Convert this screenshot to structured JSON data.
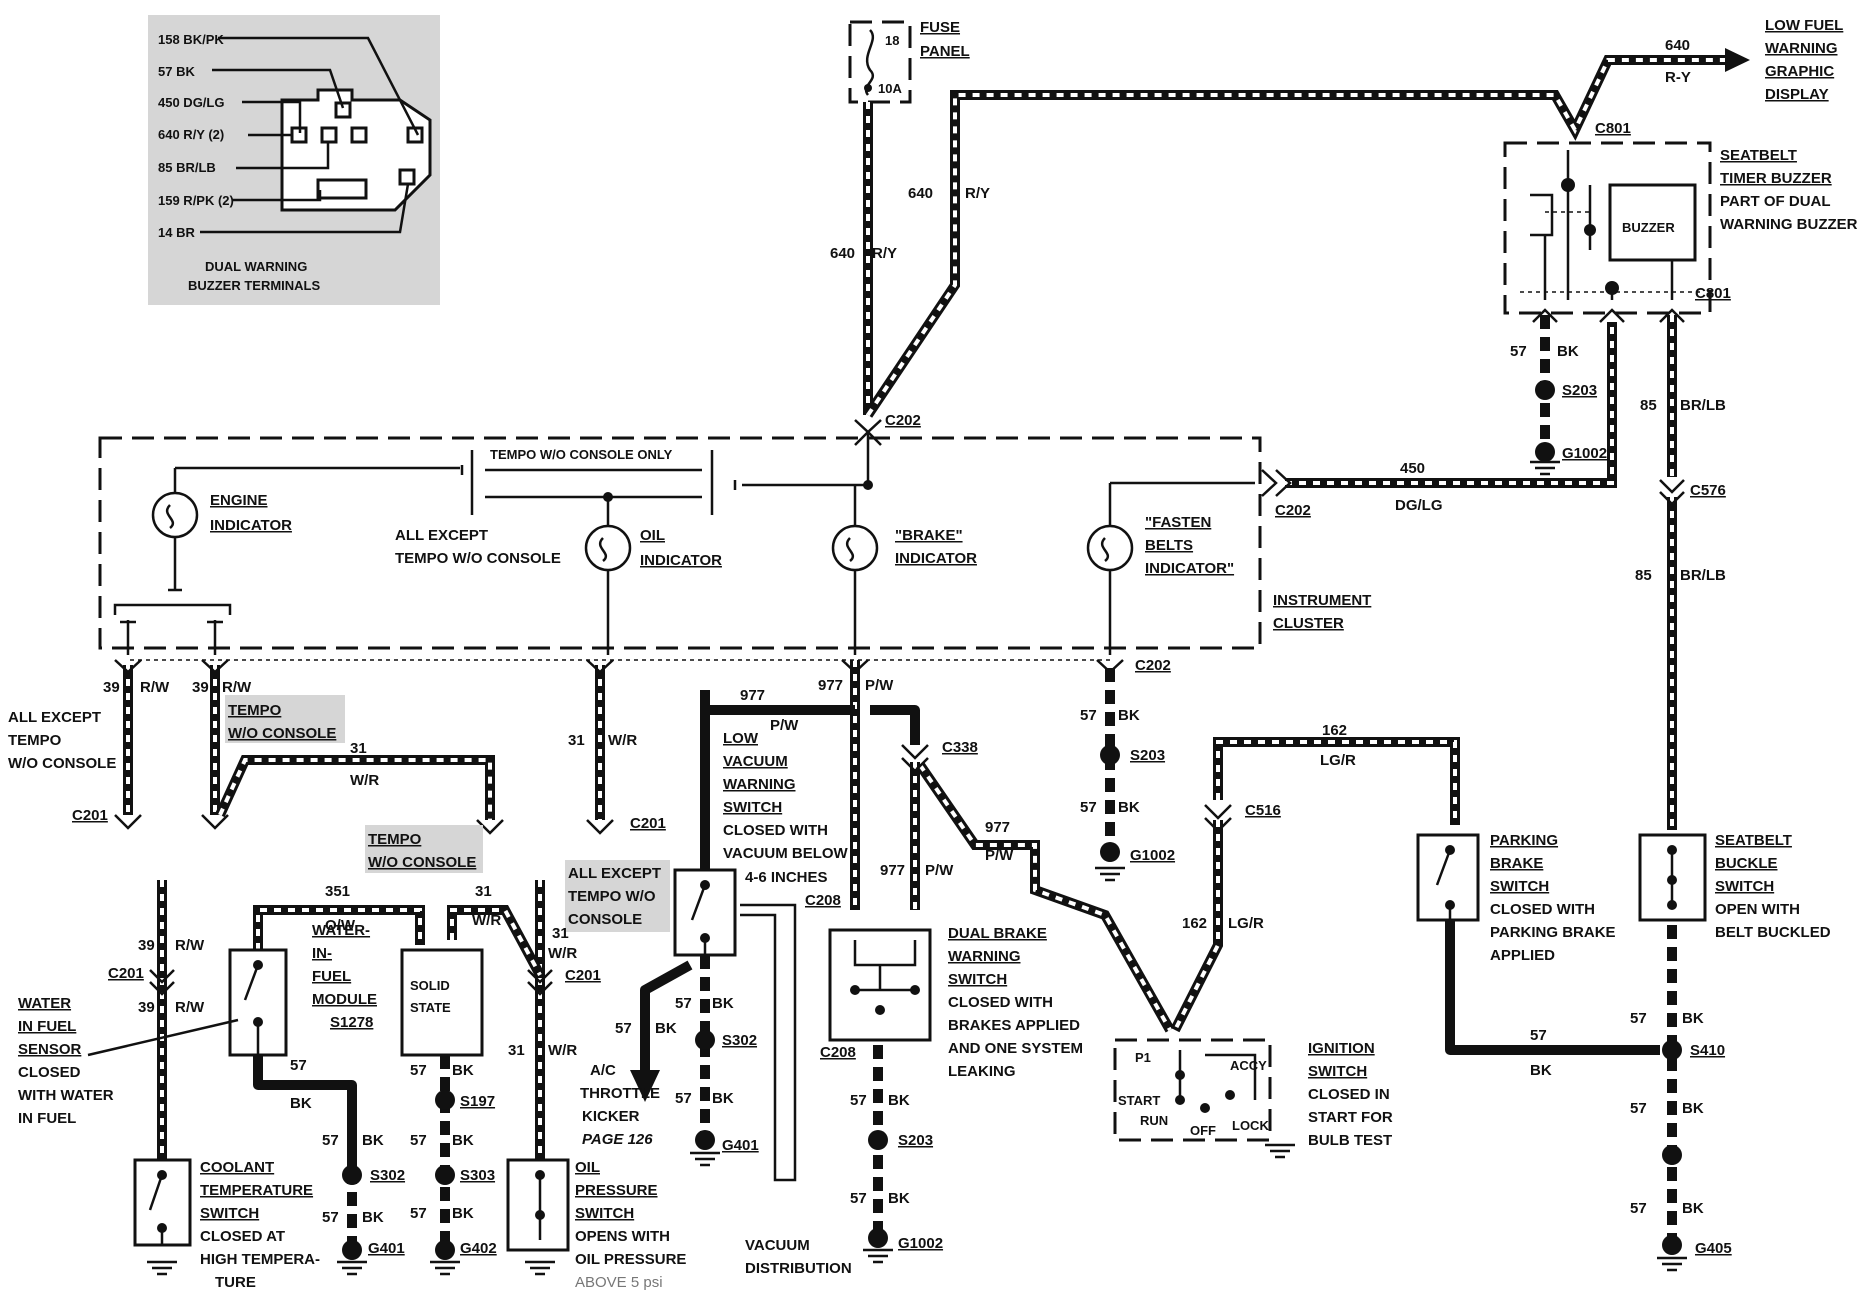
{
  "connector_legend": {
    "rows": [
      "158 BK/PK",
      "57  BK",
      "450 DG/LG",
      "640 R/Y     (2)",
      "85  BR/LB",
      "159 R/PK (2)",
      "14  BR"
    ],
    "caption_1": "DUAL WARNING",
    "caption_2": "BUZZER TERMINALS"
  },
  "fuse": {
    "panel_1": "FUSE",
    "panel_2": "PANEL",
    "number": "18",
    "rating": "10A"
  },
  "low_fuel": {
    "line1": "LOW FUEL",
    "line2": "WARNING",
    "line3": "GRAPHIC",
    "line4": "DISPLAY",
    "circuit": "640",
    "color": "R-Y"
  },
  "seatbelt_timer": {
    "line1": "SEATBELT",
    "line2": "TIMER BUZZER",
    "line3": "PART OF DUAL",
    "line4": "WARNING BUZZER",
    "buzzer": "BUZZER"
  },
  "wires": {
    "w640": "640",
    "ry": "R/Y",
    "w450": "450",
    "dglg": "DG/LG",
    "w85": "85",
    "brlb": "BR/LB",
    "w57": "57",
    "bk": "BK",
    "w39": "39",
    "rw": "R/W",
    "w31": "31",
    "wr": "W/R",
    "w977": "977",
    "pw": "P/W",
    "w162": "162",
    "lgr": "LG/R",
    "w351": "351",
    "ow": "O/W"
  },
  "connectors": {
    "c801": "C801",
    "c202": "C202",
    "c576": "C576",
    "c201": "C201",
    "c338": "C338",
    "c516": "C516",
    "c208": "C208"
  },
  "splices": {
    "s203": "S203",
    "s302": "S302",
    "s303": "S303",
    "s197": "S197",
    "s1278": "S1278",
    "s410": "S410"
  },
  "grounds": {
    "g1002": "G1002",
    "g401": "G401",
    "g402": "G402",
    "g405": "G405"
  },
  "cluster": {
    "tempo_only": "TEMPO W/O CONSOLE ONLY",
    "engine_1": "ENGINE",
    "engine_2": "INDICATOR",
    "all_except_1": "ALL EXCEPT",
    "all_except_2": "TEMPO W/O CONSOLE",
    "oil_1": "OIL",
    "oil_2": "INDICATOR",
    "brake_1": "\"BRAKE\"",
    "brake_2": "INDICATOR",
    "fasten_1": "\"FASTEN",
    "fasten_2": "BELTS",
    "fasten_3": "INDICATOR\"",
    "ic_1": "INSTRUMENT",
    "ic_2": "CLUSTER"
  },
  "left_notes": {
    "ae_1": "ALL EXCEPT",
    "ae_2": "TEMPO",
    "ae_3": "W/O CONSOLE",
    "tempo_1": "TEMPO",
    "tempo_2": "W/O CONSOLE",
    "tempo2_1": "TEMPO",
    "tempo2_2": "W/O CONSOLE",
    "ae2_1": "ALL EXCEPT",
    "ae2_2": "TEMPO W/O",
    "ae2_3": "CONSOLE"
  },
  "water_sensor": {
    "l1": "WATER",
    "l2": "IN FUEL",
    "l3": "SENSOR",
    "l4": "CLOSED",
    "l5": "WITH WATER",
    "l6": "IN FUEL"
  },
  "water_module": {
    "l1": "WATER-",
    "l2": "IN-",
    "l3": "FUEL",
    "l4": "MODULE"
  },
  "solid_state": {
    "l1": "SOLID",
    "l2": "STATE"
  },
  "coolant": {
    "l1": "COOLANT",
    "l2": "TEMPERATURE",
    "l3": "SWITCH",
    "l4": "CLOSED AT",
    "l5": "HIGH TEMPERA-",
    "l6": "TURE"
  },
  "oil_switch": {
    "l1": "OIL",
    "l2": "PRESSURE",
    "l3": "SWITCH",
    "l4": "OPENS WITH",
    "l5": "OIL PRESSURE",
    "l6": "ABOVE 5 psi"
  },
  "low_vac": {
    "l1": "LOW",
    "l2": "VACUUM",
    "l3": "WARNING",
    "l4": "SWITCH",
    "l5": "CLOSED WITH",
    "l6": "VACUUM BELOW",
    "l7": "4-6 INCHES"
  },
  "ac": {
    "l1": "A/C",
    "l2": "THROTTLE",
    "l3": "KICKER",
    "l4": "PAGE 126"
  },
  "vacuum": {
    "l1": "VACUUM",
    "l2": "DISTRIBUTION"
  },
  "dual_brake": {
    "l1": "DUAL BRAKE",
    "l2": "WARNING",
    "l3": "SWITCH",
    "l4": "CLOSED WITH",
    "l5": "BRAKES APPLIED",
    "l6": "AND ONE SYSTEM",
    "l7": "LEAKING"
  },
  "parking": {
    "l1": "PARKING",
    "l2": "BRAKE",
    "l3": "SWITCH",
    "l4": "CLOSED WITH",
    "l5": "PARKING BRAKE",
    "l6": "APPLIED"
  },
  "seatbelt_buckle": {
    "l1": "SEATBELT",
    "l2": "BUCKLE",
    "l3": "SWITCH",
    "l4": "OPEN WITH",
    "l5": "BELT BUCKLED"
  },
  "ignition": {
    "l1": "IGNITION",
    "l2": "SWITCH",
    "l3": "CLOSED IN",
    "l4": "START FOR",
    "l5": "BULB TEST",
    "p1": "P1",
    "start": "START",
    "run": "RUN",
    "off": "OFF",
    "accy": "ACCY",
    "lock": "LOCK"
  }
}
